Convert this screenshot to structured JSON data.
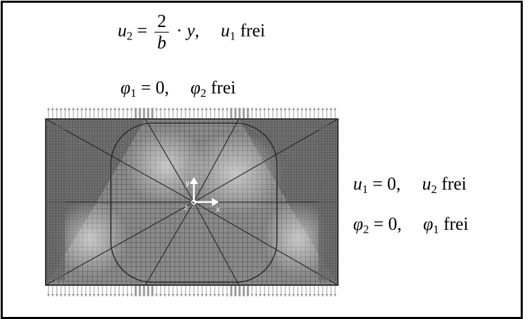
{
  "top_condition": {
    "line1": {
      "lhs_var": "u",
      "lhs_sub": "2",
      "frac_num": "2",
      "frac_den": "b",
      "factor": "y",
      "free_var": "u",
      "free_sub": "1",
      "free_word": "frei"
    },
    "line2": {
      "var": "φ",
      "sub": "1",
      "value": "0",
      "free_var": "φ",
      "free_sub": "2",
      "free_word": "frei"
    }
  },
  "right_condition": {
    "line1": {
      "var": "u",
      "sub": "1",
      "value": "0",
      "free_var": "u",
      "free_sub": "2",
      "free_word": "frei"
    },
    "line2": {
      "var": "φ",
      "sub": "2",
      "value": "0",
      "free_var": "φ",
      "free_sub": "1",
      "free_word": "frei"
    }
  },
  "axes": {
    "x_label": "x",
    "y_label": "y",
    "z_label": "z"
  },
  "colors": {
    "mesh_fill": "#7d7d7d",
    "mesh_light": "#c8c8c8",
    "mesh_line": "#3a3a3a",
    "constraint": "#9a9a9a",
    "frame": "#000000"
  }
}
